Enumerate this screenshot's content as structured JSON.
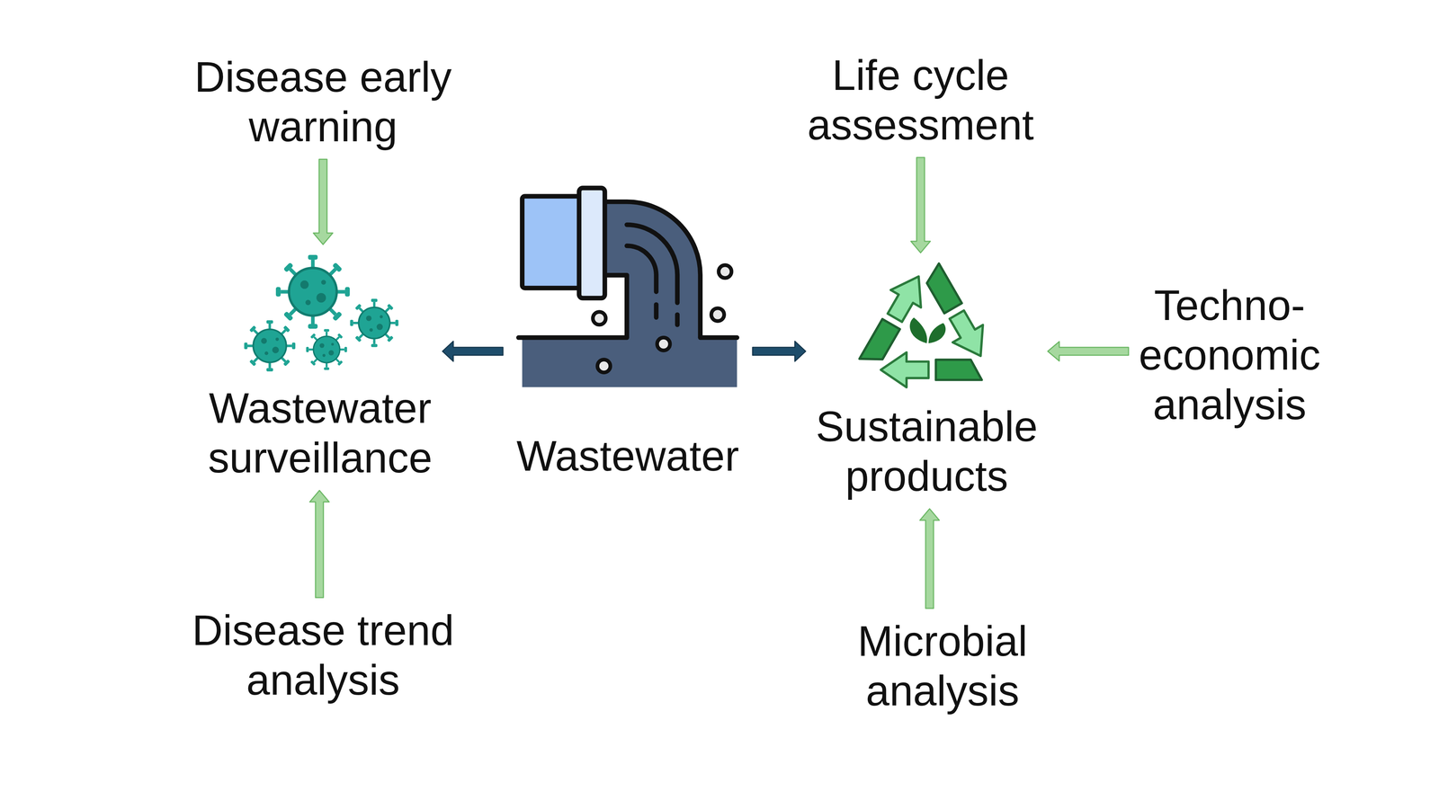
{
  "diagram": {
    "nodes": [
      {
        "text": [
          "Disease early warning"
        ]
      },
      {
        "text": [
          "Life cycle assessment"
        ]
      },
      {
        "text": [
          "Wastewater surveillance"
        ]
      },
      {
        "text": [
          "Wastewater"
        ]
      },
      {
        "text": [
          "Sustainable products"
        ]
      },
      {
        "text": [
          "Techno- economic analysis"
        ]
      },
      {
        "text": [
          "Disease trend analysis"
        ]
      },
      {
        "text": [
          "Microbial analysis"
        ]
      }
    ],
    "edges": [
      {
        "from": 0,
        "to": 2,
        "arrow": "to"
      },
      {
        "from": 6,
        "to": 2,
        "arrow": "to"
      },
      {
        "from": 3,
        "to": 2,
        "arrow": "to"
      },
      {
        "from": 3,
        "to": 4,
        "arrow": "to"
      },
      {
        "from": 1,
        "to": 4,
        "arrow": "to"
      },
      {
        "from": 5,
        "to": 4,
        "arrow": "to"
      },
      {
        "from": 7,
        "to": 4,
        "arrow": "to"
      }
    ]
  }
}
